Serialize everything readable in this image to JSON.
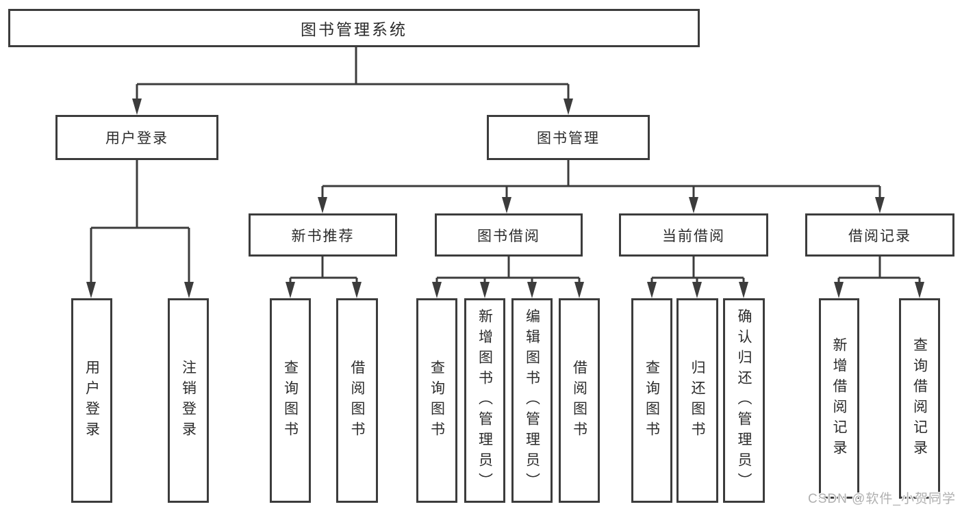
{
  "root": {
    "label": "图书管理系统",
    "children": [
      {
        "label": "用户登录",
        "children": [
          {
            "label": "用户登录"
          },
          {
            "label": "注销登录"
          }
        ]
      },
      {
        "label": "图书管理",
        "children": [
          {
            "label": "新书推荐",
            "children": [
              {
                "label": "查询图书"
              },
              {
                "label": "借阅图书"
              }
            ]
          },
          {
            "label": "图书借阅",
            "children": [
              {
                "label": "查询图书"
              },
              {
                "label": "新增图书（管理员）"
              },
              {
                "label": "编辑图书（管理员）"
              },
              {
                "label": "借阅图书"
              }
            ]
          },
          {
            "label": "当前借阅",
            "children": [
              {
                "label": "查询图书"
              },
              {
                "label": "归还图书"
              },
              {
                "label": "确认归还（管理员）"
              }
            ]
          },
          {
            "label": "借阅记录",
            "children": [
              {
                "label": "新增借阅记录"
              },
              {
                "label": "查询借阅记录"
              }
            ]
          }
        ]
      }
    ]
  },
  "watermark": {
    "text": "CSDN @软件_小贺同学"
  },
  "colors": {
    "line": "#3c3c3c",
    "text": "#2b2b2b",
    "background": "#ffffff",
    "watermark": "#b0b0b0"
  }
}
